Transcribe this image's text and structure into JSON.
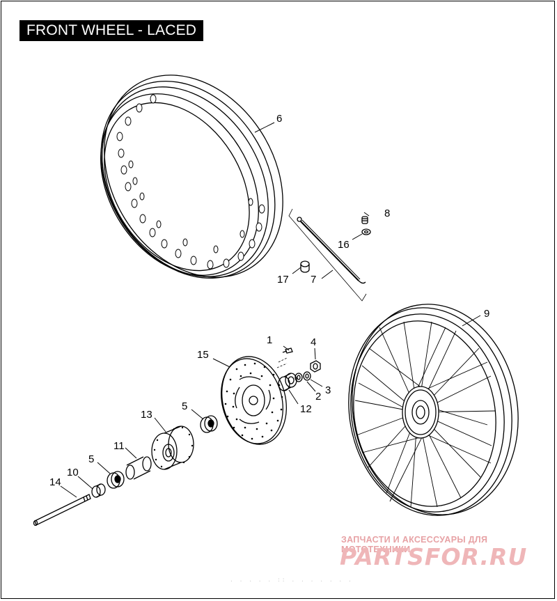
{
  "title": "FRONT WHEEL - LACED",
  "callouts": [
    "1",
    "2",
    "3",
    "4",
    "5",
    "5",
    "6",
    "7",
    "8",
    "9",
    "10",
    "11",
    "12",
    "13",
    "14",
    "15",
    "16",
    "17"
  ],
  "watermark": {
    "subtitle": "ЗАПЧАСТИ И АКСЕССУАРЫ ДЛЯ МОТОТЕХНИКИ",
    "brand": "PARTSFOR.RU",
    "color": "#efb6b8"
  },
  "footer": ". . . .  . :: .  . .  . . . ."
}
